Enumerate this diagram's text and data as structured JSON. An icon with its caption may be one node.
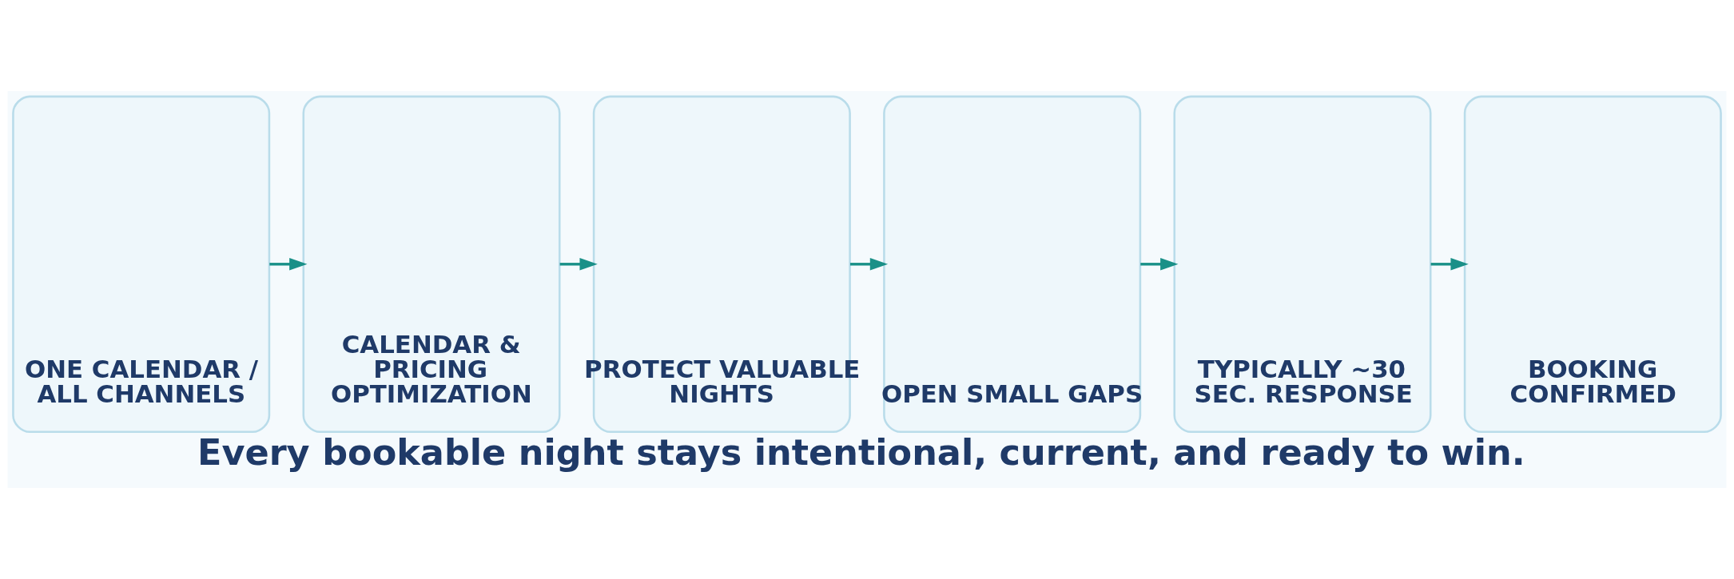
{
  "diagram": {
    "caption": "Every bookable night stays intentional, current, and ready to win.",
    "nodes": [
      {
        "text": [
          "ONE CALENDAR / ALL CHANNELS"
        ]
      },
      {
        "text": [
          "CALENDAR & PRICING OPTIMIZATION"
        ]
      },
      {
        "text": [
          "PROTECT VALUABLE NIGHTS"
        ]
      },
      {
        "text": [
          "OPEN SMALL GAPS"
        ]
      },
      {
        "text": [
          "TYPICALLY ~30 SEC. RESPONSE"
        ]
      },
      {
        "text": [
          "BOOKING CONFIRMED"
        ]
      }
    ],
    "edges": [
      {
        "from": 0,
        "to": 1,
        "arrow": "to"
      },
      {
        "from": 1,
        "to": 2,
        "arrow": "to"
      },
      {
        "from": 2,
        "to": 3,
        "arrow": "to"
      },
      {
        "from": 3,
        "to": 4,
        "arrow": "to"
      },
      {
        "from": 4,
        "to": 5,
        "arrow": "to"
      }
    ]
  }
}
